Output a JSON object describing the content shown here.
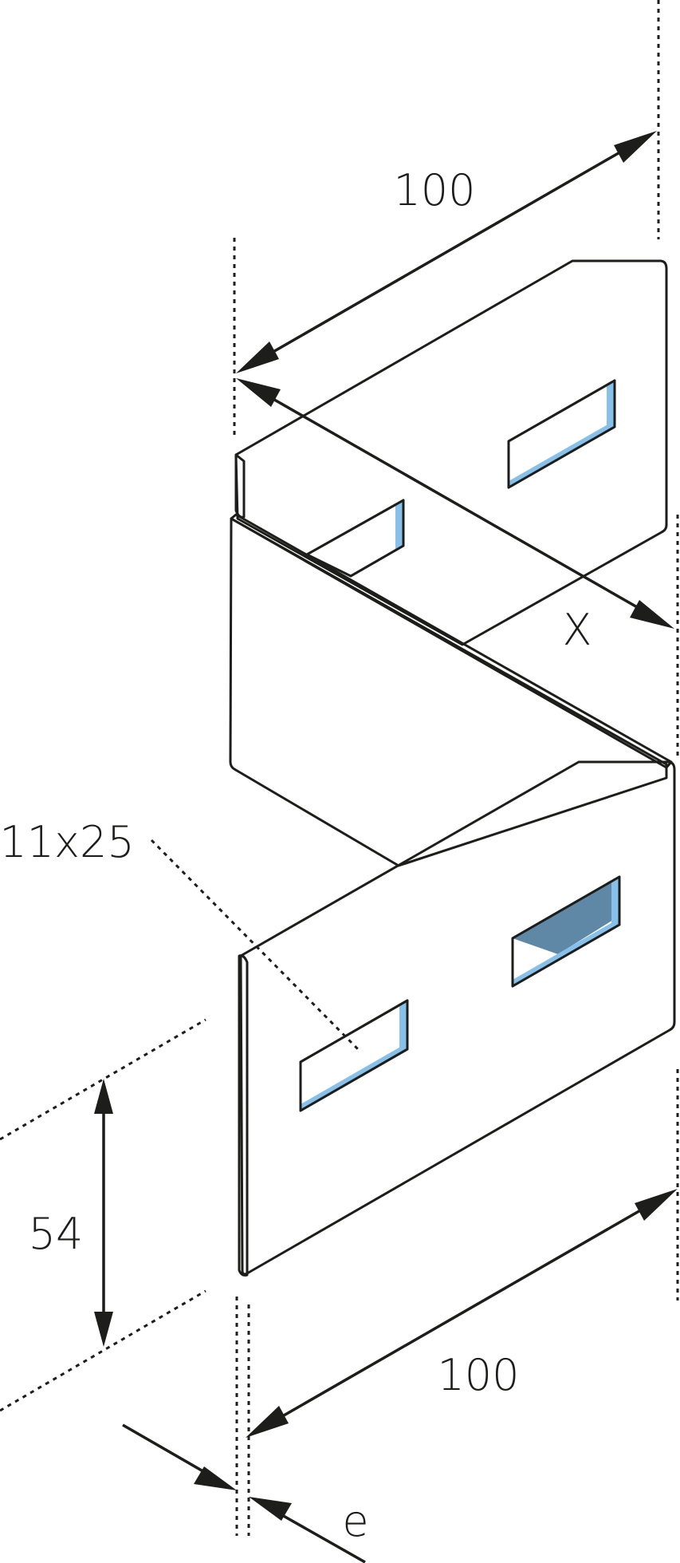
{
  "colors": {
    "panel_light": "#87c1ea",
    "panel_highlight": "#c9e0f5",
    "panel_dark": "#5f88a6",
    "panel_edge_dark": "#3f6d8f",
    "hole_inner": "#ffffff",
    "line": "#1d1d1b"
  },
  "dimensions": {
    "top_length": "100",
    "bottom_length": "100",
    "offset_x": "X",
    "hole_size": "11x25",
    "height": "54",
    "thickness": "e"
  }
}
